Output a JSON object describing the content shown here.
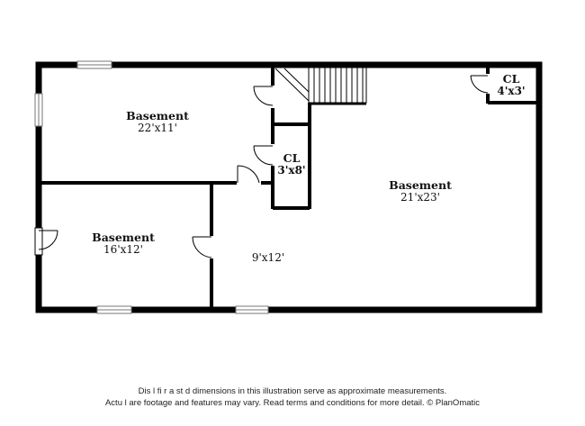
{
  "rooms": {
    "basement_large": {
      "name": "Basement",
      "dims": "21'x23'"
    },
    "basement_upper_left": {
      "name": "Basement",
      "dims": "22'x11'"
    },
    "basement_lower_left": {
      "name": "Basement",
      "dims": "16'x12'"
    },
    "closet_center": {
      "name": "CL",
      "dims": "3'x8'"
    },
    "closet_right": {
      "name": "CL",
      "dims": "4'x3'"
    },
    "area_middle": {
      "dims": "9'x12'"
    }
  },
  "disclaimer": {
    "line1": "Dis        l   fi   r    a      st    d dimensions in this illustration serve as approximate measurements.",
    "line2": "Actu   l    are footage and features may vary. Read terms and conditions for more detail. © PlanOmatic"
  },
  "colors": {
    "wall": "#000000",
    "window": "#cccccc",
    "background": "#ffffff"
  }
}
